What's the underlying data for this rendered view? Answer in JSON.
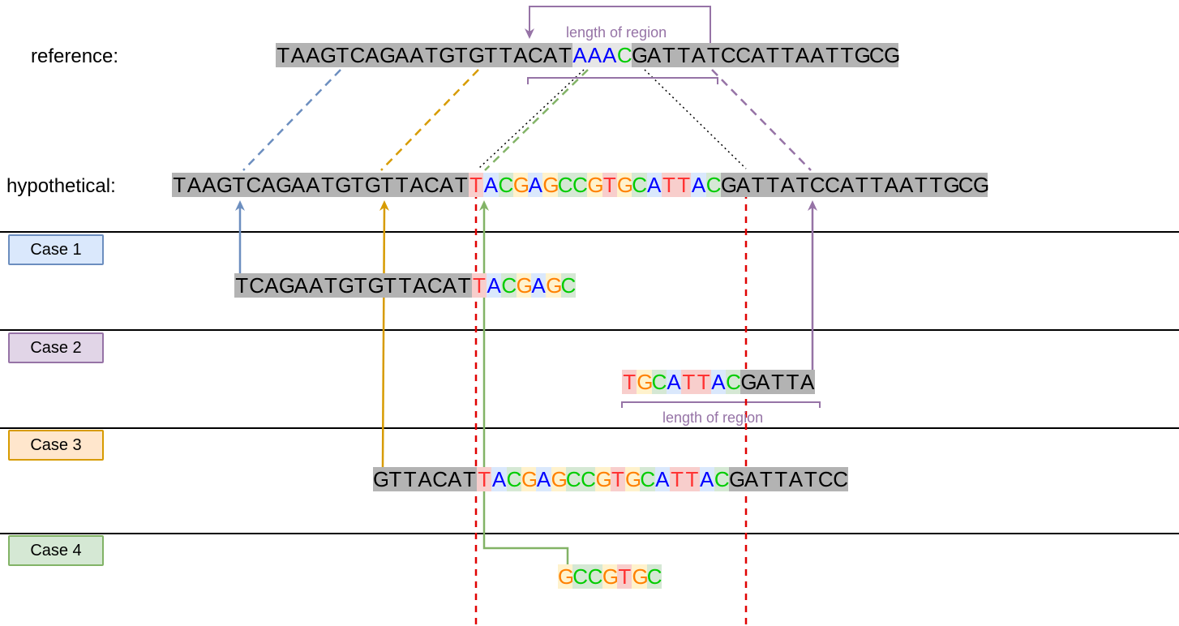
{
  "labels": {
    "reference": "reference:",
    "hypothetical": "hypothetical:",
    "length_of_region_top": "length of region",
    "length_of_region_case2": "length of region"
  },
  "cases": [
    {
      "label": "Case 1",
      "border": "#6c8ebf",
      "fill": "#dae8fc"
    },
    {
      "label": "Case 2",
      "border": "#9673a6",
      "fill": "#e1d5e7"
    },
    {
      "label": "Case 3",
      "border": "#d79b00",
      "fill": "#ffe6cc"
    },
    {
      "label": "Case 4",
      "border": "#82b366",
      "fill": "#d5e8d4"
    }
  ],
  "sequences": {
    "reference": {
      "text": "TAAGTCAGAATGTGTTACATAAACGATTATCCATTAATTGCG",
      "highlight": "AAAC"
    },
    "hypothetical": {
      "text": "TAAGTCAGAATGTGTTACATTACGAGCCGTGCATTACGATTATCCATTAATTGCG",
      "insert": "TACGAGCCGTGCATTAC"
    },
    "case1": "TCAGAATGTGTTACATTACGAGC",
    "case2": "TGCATTACGATTA",
    "case3": "GTTACATTACGAGCCGTGCATTACGATTATCC",
    "case4": "GCCGTGC"
  },
  "colors": {
    "A": "#0000ff",
    "C": "#00cc00",
    "G": "#ff8000",
    "T": "#ff3333",
    "A_bg": "#dae8fc",
    "C_bg": "#d5e8d4",
    "G_bg": "#fff2cc",
    "T_bg": "#f8cecc",
    "match_bg": "#b3b3b3",
    "ref_highlight_bg": "#e6e6e6",
    "region": "#9673a6",
    "blue_line": "#6c8ebf",
    "orange_line": "#d79b00",
    "green_line": "#82b366",
    "purple_line": "#9673a6",
    "boundary": "#e00000"
  }
}
